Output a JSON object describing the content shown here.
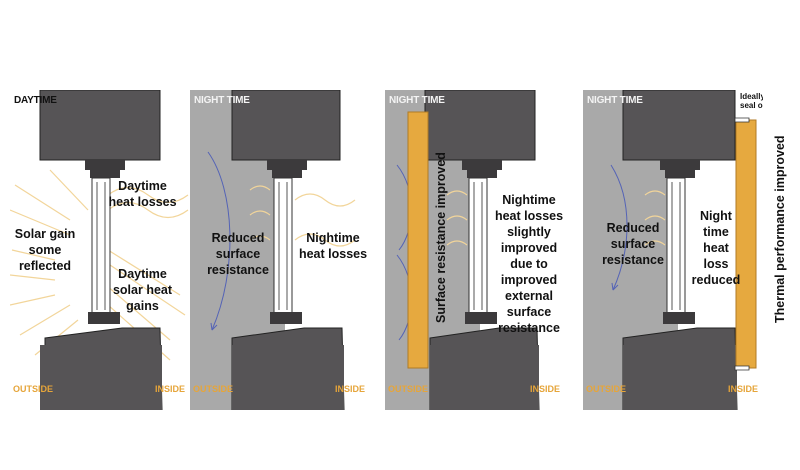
{
  "panels": [
    {
      "title": "DAYTIME",
      "outside_label": "OUTSIDE",
      "inside_label": "INSIDE",
      "texts": {
        "heat_losses": "Daytime heat losses",
        "solar_gain": "Solar gain some reflected",
        "solar_heat": "Daytime solar heat gains"
      }
    },
    {
      "title": "NIGHT TIME",
      "outside_label": "OUTSIDE",
      "inside_label": "INSIDE",
      "texts": {
        "reduced": "Reduced surface resistance",
        "heat_losses": "Nightime heat losses"
      }
    },
    {
      "title": "NIGHT TIME",
      "outside_label": "OUTSIDE",
      "inside_label": "INSIDE",
      "texts": {
        "vertical": "Surface resistance improved",
        "heat_losses": "Nightime heat losses slightly improved due to improved external surface resistance"
      }
    },
    {
      "title": "NIGHT TIME",
      "outside_label": "OUTSIDE",
      "inside_label": "INSIDE",
      "texts": {
        "seal": "Ideally close seal or cover",
        "reduced": "Reduced surface resistance",
        "heat_loss": "Night time heat loss reduced",
        "vertical": "Thermal performance improved"
      }
    }
  ],
  "colors": {
    "wall": "#565456",
    "frame": "#3c3a3c",
    "outside_air": "#a9a9a9",
    "panel_board": "#e6a93f",
    "heat_wave": "#f2d59a",
    "air_flow": "#5463b6",
    "label_orange": "#e6a53a"
  }
}
